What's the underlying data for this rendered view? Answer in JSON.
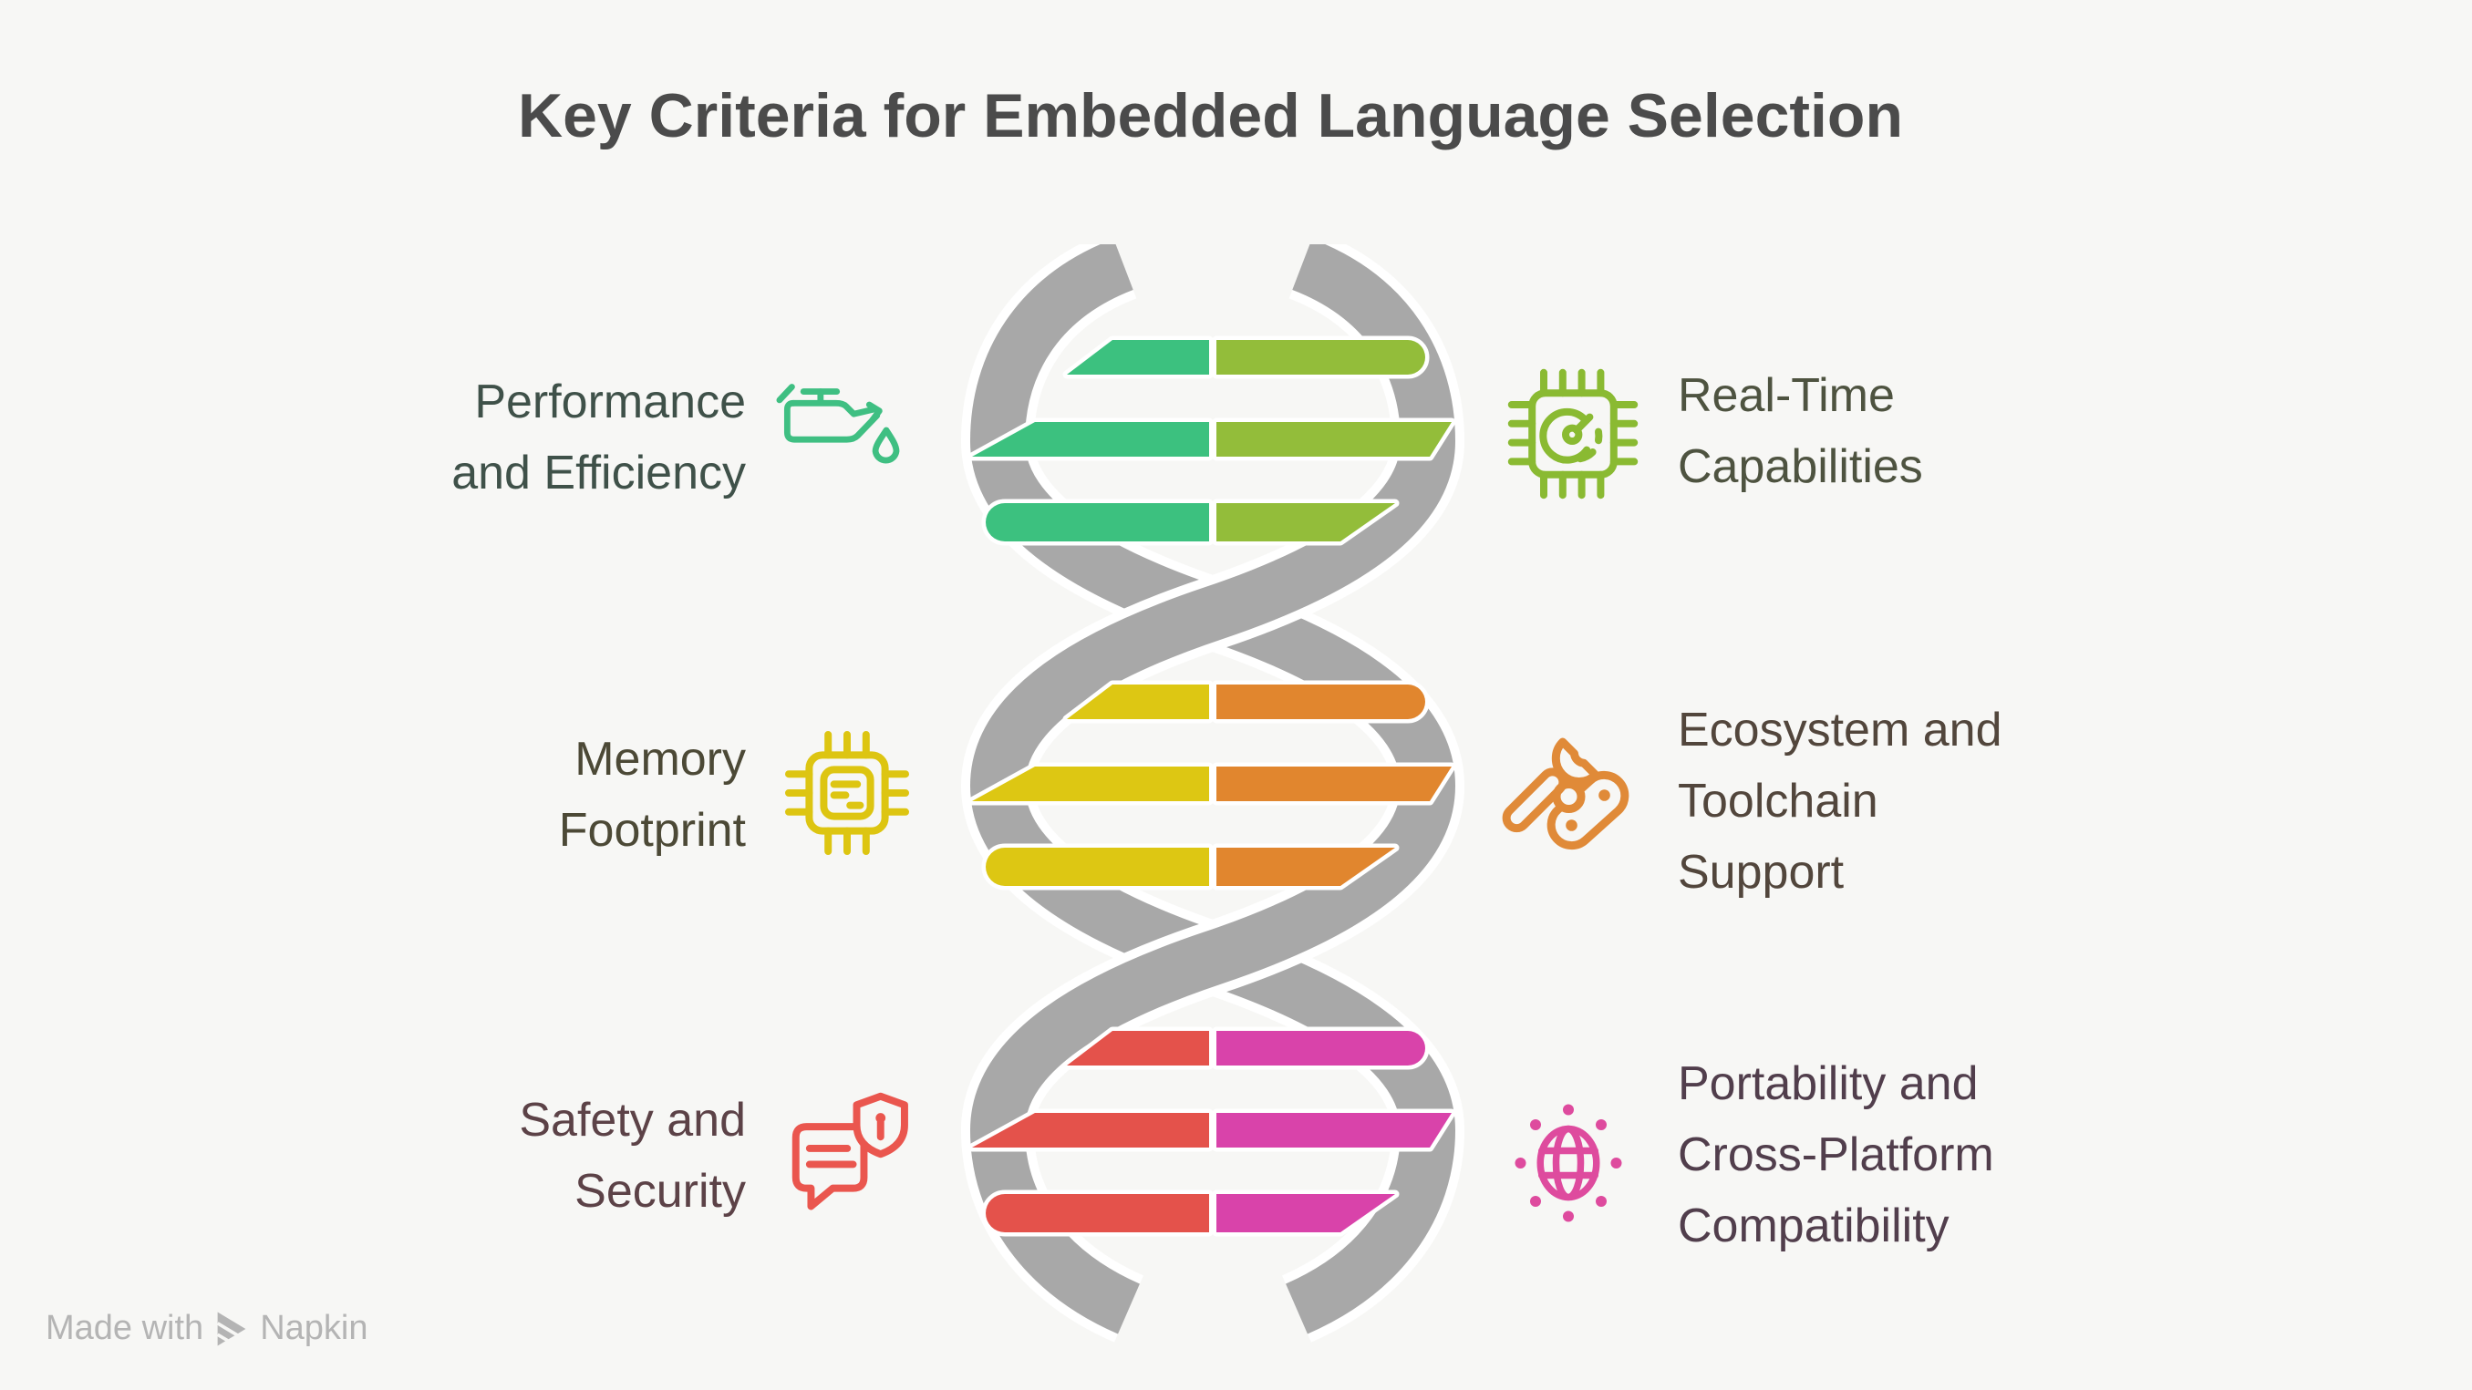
{
  "header": {
    "title": "Key Criteria for Embedded Language Selection"
  },
  "items": [
    {
      "id": "performance",
      "lines": [
        "Performance",
        "and Efficiency"
      ],
      "icon": "oil-can-icon",
      "color": "#3fbf82",
      "text_color": "#3f5149",
      "side": "left"
    },
    {
      "id": "realtime",
      "lines": [
        "Real-Time",
        "Capabilities"
      ],
      "icon": "chip-gauge-icon",
      "color": "#8aba32",
      "text_color": "#4e5340",
      "side": "right"
    },
    {
      "id": "memory",
      "lines": [
        "Memory",
        "Footprint"
      ],
      "icon": "memory-chip-icon",
      "color": "#ddc511",
      "text_color": "#4c4936",
      "side": "left"
    },
    {
      "id": "ecosystem",
      "lines": [
        "Ecosystem and",
        "Toolchain",
        "Support"
      ],
      "icon": "tools-icon",
      "color": "#e08a38",
      "text_color": "#52463c",
      "side": "right"
    },
    {
      "id": "safety",
      "lines": [
        "Safety and",
        "Security"
      ],
      "icon": "chat-shield-icon",
      "color": "#ea564e",
      "text_color": "#5c4247",
      "side": "left"
    },
    {
      "id": "portability",
      "lines": [
        "Portability and",
        "Cross-Platform",
        "Compatibility"
      ],
      "icon": "globe-icon",
      "color": "#de4b9e",
      "text_color": "#513e4c",
      "side": "right"
    }
  ],
  "helix": {
    "strand_color": "#a8a8a8",
    "rungs": {
      "top": {
        "left": "#3cc17f",
        "right": "#93bd3a"
      },
      "middle": {
        "left": "#ddc713",
        "right": "#e1862e"
      },
      "bottom": {
        "left": "#e4524b",
        "right": "#d943aa"
      }
    }
  },
  "watermark": {
    "made_with": "Made with",
    "brand": "Napkin"
  },
  "colors": {
    "background": "#f7f7f5",
    "title": "#4b4b4b",
    "watermark": "#b4b4b4"
  }
}
